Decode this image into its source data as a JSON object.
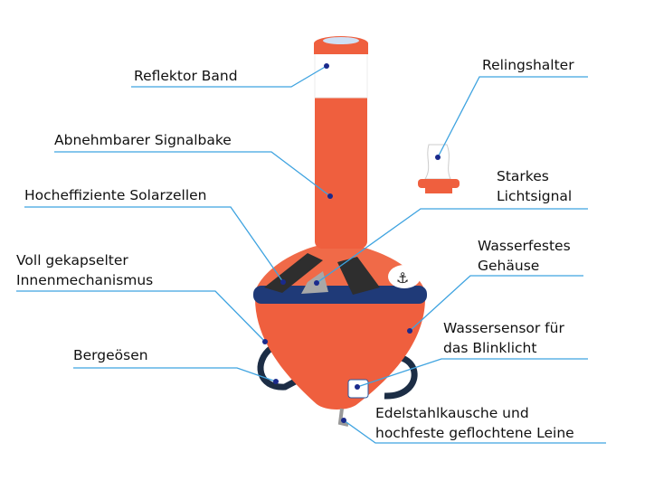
{
  "labels": {
    "reflektor": "Reflektor Band",
    "signalbake": "Abnehmbarer Signalbake",
    "solar": "Hocheffiziente Solarzellen",
    "mechanismus_1": "Voll gekapselter",
    "mechanismus_2": "Innenmechanismus",
    "bergeoesen": "Bergeösen",
    "relingshalter": "Relingshalter",
    "licht_1": "Starkes",
    "licht_2": "Lichtsignal",
    "gehaeuse_1": "Wasserfestes",
    "gehaeuse_2": "Gehäuse",
    "sensor_1": "Wassersensor für",
    "sensor_2": "das Blinklicht",
    "kausche_1": "Edelstahlkausche und",
    "kausche_2": "hochfeste geflochtene Leine"
  },
  "colors": {
    "leader": "#3ea3e0",
    "dot": "#1a2a8c",
    "buoy": "#ef5f3e",
    "band": "#1f3a78"
  }
}
